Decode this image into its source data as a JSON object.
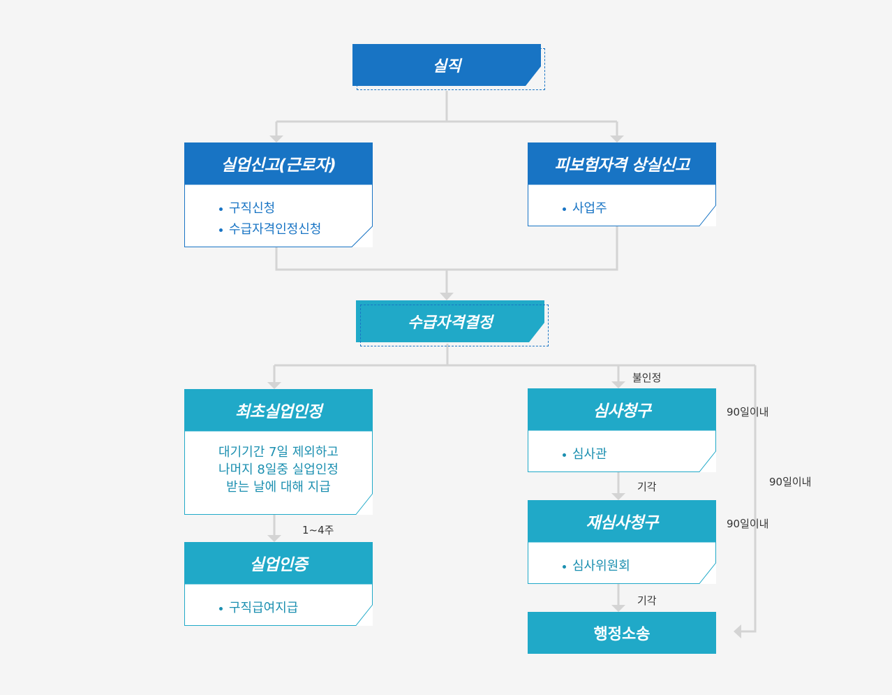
{
  "colors": {
    "blue": "#1874c4",
    "teal": "#20a9c8",
    "connector": "#d4d4d4"
  },
  "nodes": {
    "job_loss": "실직",
    "unemployment_report": {
      "title": "실업신고(근로자)",
      "items": [
        "구직신청",
        "수급자격인정신청"
      ]
    },
    "insurance_loss_report": {
      "title": "피보험자격 상실신고",
      "items": [
        "사업주"
      ]
    },
    "eligibility_decision": "수급자격결정",
    "initial_recognition": {
      "title": "최초실업인정",
      "lines": [
        "대기기간 7일 제외하고",
        "나머지 8일중 실업인정",
        "받는 날에 대해 지급"
      ]
    },
    "unemployment_cert": {
      "title": "실업인증",
      "items": [
        "구직급여지급"
      ]
    },
    "review_request": {
      "title": "심사청구",
      "items": [
        "심사관"
      ]
    },
    "re_review_request": {
      "title": "재심사청구",
      "items": [
        "심사위원회"
      ]
    },
    "admin_litigation": "행정소송"
  },
  "labels": {
    "rejected": "불인정",
    "weeks": "1~4주",
    "dismissed_1": "기각",
    "dismissed_2": "기각",
    "within_90_1": "90일이내",
    "within_90_2": "90일이내",
    "within_90_3": "90일이내"
  }
}
